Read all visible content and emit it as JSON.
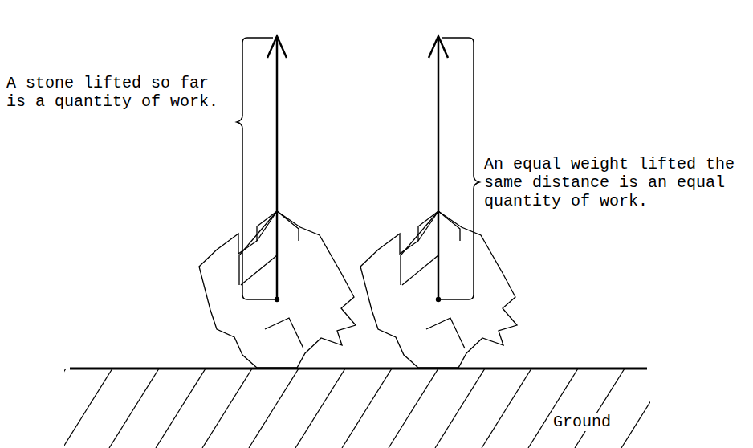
{
  "diagram": {
    "labels": [
      "A stone lifted so far is a quantity of work.",
      "An equal weight lifted the same distance is an equal quantity of work.",
      "Ground"
    ]
  }
}
